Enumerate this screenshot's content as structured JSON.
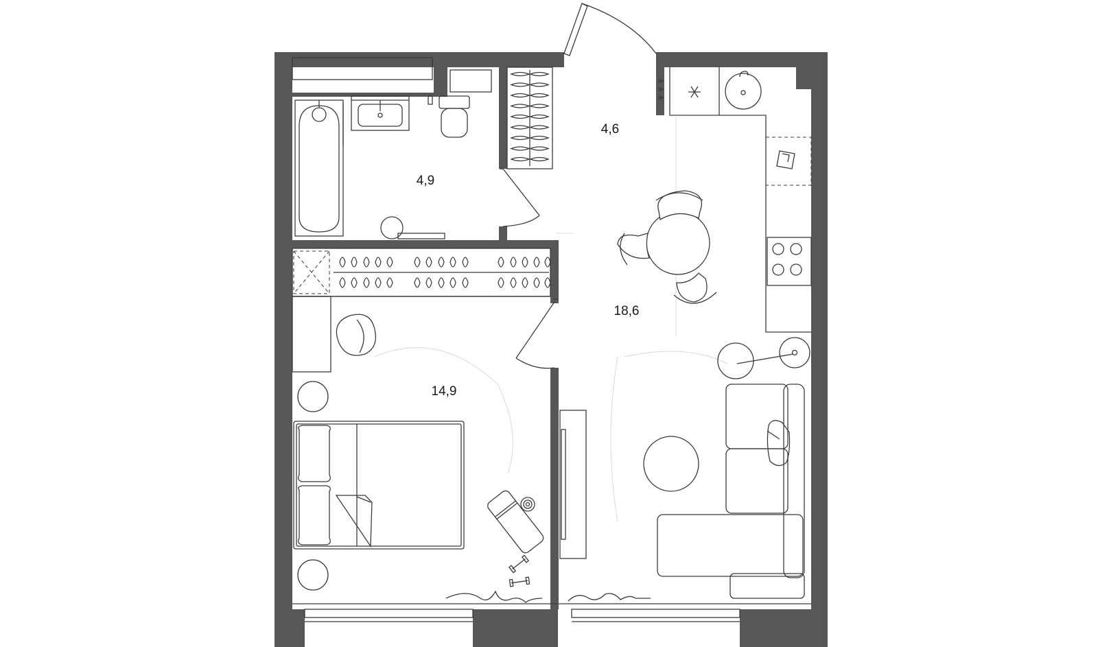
{
  "colors": {
    "wall": "#575757",
    "line": "#3a3a3a",
    "background": "#ffffff"
  },
  "rooms": [
    {
      "id": "bathroom",
      "area": "4,9"
    },
    {
      "id": "hallway",
      "area": "4,6"
    },
    {
      "id": "bedroom",
      "area": "14,9"
    },
    {
      "id": "kitchen-living",
      "area": "18,6"
    }
  ]
}
